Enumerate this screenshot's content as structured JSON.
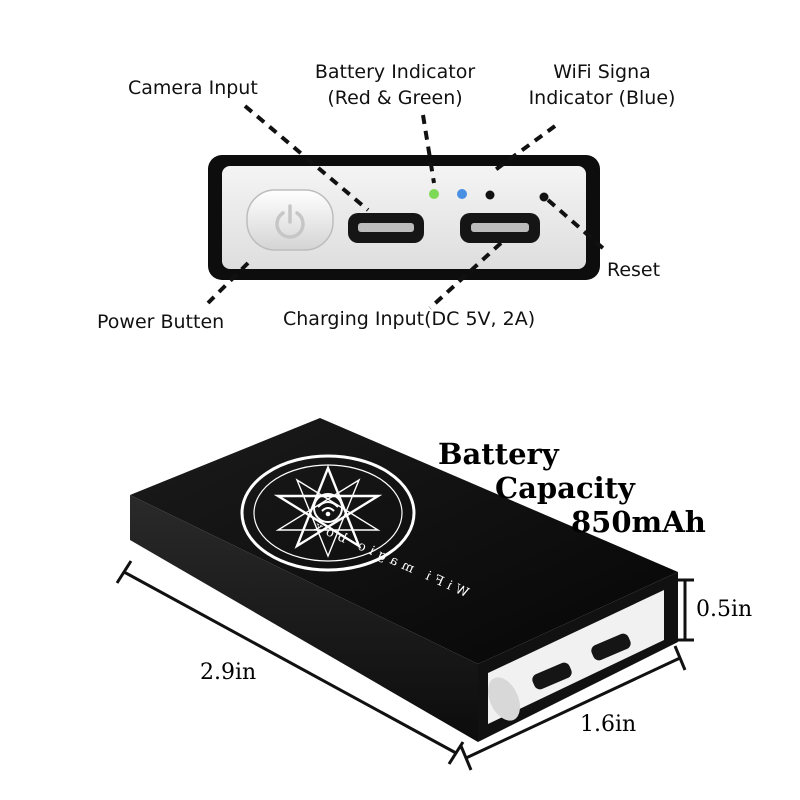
{
  "top_view": {
    "labels": {
      "camera_input": "Camera Input",
      "battery_indicator_line1": "Battery Indicator",
      "battery_indicator_line2": "(Red & Green)",
      "wifi_indicator_line1": "WiFi Signa",
      "wifi_indicator_line2": "Indicator (Blue)",
      "reset": "Reset",
      "power_button": "Power Butten",
      "charging_input": "Charging Input(DC 5V, 2A)"
    },
    "led_colors": {
      "battery": "#7ed957",
      "wifi": "#4a90e2"
    }
  },
  "bottom_view": {
    "battery_line1": "Battery",
    "battery_line2": "Capacity",
    "battery_line3": "850mAh",
    "box_text": "WiFi magic box",
    "dim_length": "2.9in",
    "dim_width": "1.6in",
    "dim_height": "0.5in"
  }
}
